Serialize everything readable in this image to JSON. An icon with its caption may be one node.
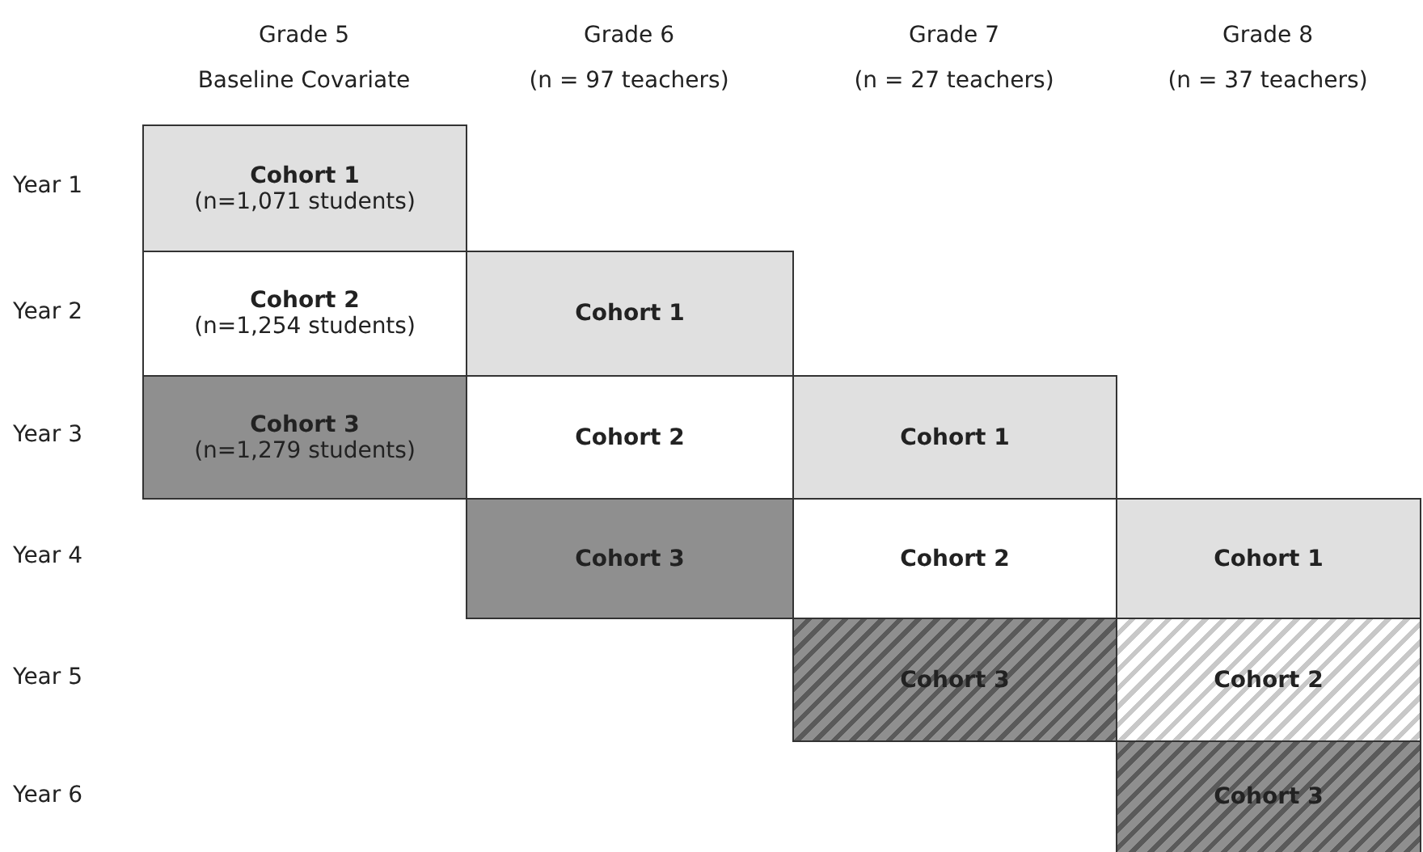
{
  "diagram": {
    "nodes": [
      {
        "text": [
          "Cohort 1",
          "(n=1,071 students)"
        ]
      },
      {
        "text": [
          "Cohort 2",
          "(n=1,254 students)"
        ]
      },
      {
        "text": [
          "Cohort 1"
        ]
      },
      {
        "text": [
          "Cohort 3",
          "(n=1,279 students)"
        ]
      },
      {
        "text": [
          "Cohort 2"
        ]
      },
      {
        "text": [
          "Cohort 1"
        ]
      },
      {
        "text": [
          "Cohort 3"
        ]
      },
      {
        "text": [
          "Cohort 2"
        ]
      },
      {
        "text": [
          "Cohort 1"
        ]
      },
      {
        "text": [
          "Cohort 3"
        ]
      },
      {
        "text": [
          "Cohort 2"
        ]
      },
      {
        "text": [
          "Cohort 3"
        ]
      }
    ],
    "edges": [],
    "labels": [
      "Grade 5",
      "Grade 6",
      "Grade 7",
      "Grade 8",
      "Baseline Covariate",
      "(n = 97 teachers)",
      "(n = 27 teachers)",
      "(n = 37 teachers)",
      "Year 1",
      "Year 2",
      "Year 3",
      "Year 4",
      "Year 5",
      "Year 6"
    ]
  }
}
